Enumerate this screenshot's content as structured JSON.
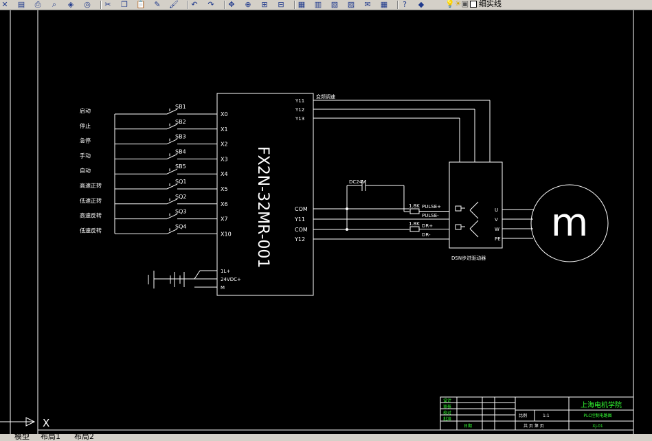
{
  "toolbar": {
    "icons": [
      "close-icon",
      "save-icon",
      "print-icon",
      "preview-icon",
      "publish-icon",
      "plot-icon",
      "cut-icon",
      "copy-icon",
      "paste-icon",
      "match-props-icon",
      "brush-icon",
      "undo-icon",
      "redo-icon",
      "pan-icon",
      "zoom-realtime-icon",
      "zoom-window-icon",
      "zoom-previous-icon",
      "properties-icon",
      "design-center-icon",
      "tool-palette-icon",
      "sheet-set-icon",
      "markup-icon",
      "calc-icon",
      "help-icon",
      "layer-manager-icon"
    ],
    "layer_name": "细实线"
  },
  "drawing": {
    "plc_model": "FX2N-32MR-001",
    "inputs": [
      {
        "label": "启动",
        "switch": "SB1",
        "terminal": "X0"
      },
      {
        "label": "停止",
        "switch": "SB2",
        "terminal": "X1"
      },
      {
        "label": "急停",
        "switch": "SB3",
        "terminal": "X2"
      },
      {
        "label": "手动",
        "switch": "SB4",
        "terminal": "X3"
      },
      {
        "label": "自动",
        "switch": "SB5",
        "terminal": "X4"
      },
      {
        "label": "高速正转",
        "switch": "SQ1",
        "terminal": "X5"
      },
      {
        "label": "低速正转",
        "switch": "SQ2",
        "terminal": "X6"
      },
      {
        "label": "高速反转",
        "switch": "SQ3",
        "terminal": "X7"
      },
      {
        "label": "低速反转",
        "switch": "SQ4",
        "terminal": "X10"
      }
    ],
    "top_outputs": [
      "Y11",
      "Y12",
      "Y13"
    ],
    "top_output_label": "变频调速",
    "com_terminals": [
      "COM",
      "Y11",
      "COM",
      "Y12"
    ],
    "power_terminals": [
      "1L+",
      "24VDC+",
      "M"
    ],
    "capacitor_label": "DC24V",
    "resistors": [
      "1.8K",
      "1.8K"
    ],
    "signals": [
      "PULSE+",
      "PULSE-",
      "DR+",
      "DR-"
    ],
    "driver_terminals": [
      "U",
      "V",
      "W",
      "PE"
    ],
    "driver_label": "DSN步进驱动器",
    "motor_label": "m"
  },
  "title_block": {
    "institute": "上海电机学院",
    "drawing_title": "PLC控制电路图",
    "drawing_no": "XJ-01",
    "left_labels": [
      "设计",
      "审核",
      "校对",
      "批准"
    ],
    "date_label": "日期",
    "scale_label": "比例",
    "scale_value": "1:1",
    "sheet_text": "共  页  第  页"
  },
  "axis_label": "X",
  "tabs": [
    "模型",
    "布局1",
    "布局2"
  ],
  "colors": {
    "wire": "#ffffff",
    "title_text": "#33ff33",
    "background": "#000000"
  }
}
